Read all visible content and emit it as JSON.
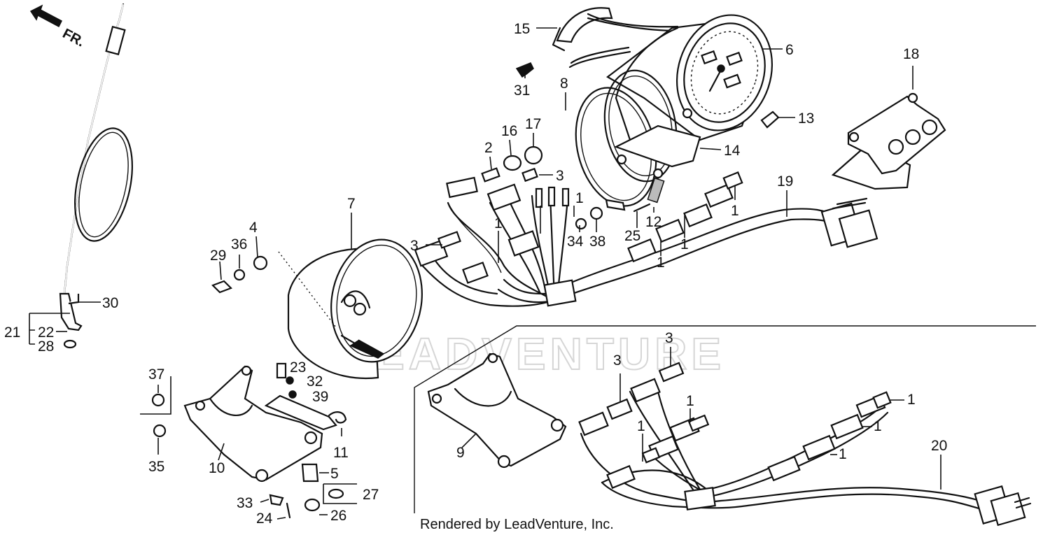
{
  "direction_label": "FR.",
  "watermark": "LEADVENTURE",
  "credit": "Rendered by LeadVenture, Inc.",
  "callouts": [
    {
      "id": "c15",
      "text": "15"
    },
    {
      "id": "c6",
      "text": "6"
    },
    {
      "id": "c31",
      "text": "31"
    },
    {
      "id": "c8",
      "text": "8"
    },
    {
      "id": "c13",
      "text": "13"
    },
    {
      "id": "c14",
      "text": "14"
    },
    {
      "id": "c18",
      "text": "18"
    },
    {
      "id": "c16",
      "text": "16"
    },
    {
      "id": "c17",
      "text": "17"
    },
    {
      "id": "c2",
      "text": "2"
    },
    {
      "id": "c3a",
      "text": "3"
    },
    {
      "id": "c19",
      "text": "19"
    },
    {
      "id": "c1a",
      "text": "1"
    },
    {
      "id": "c1b",
      "text": "1"
    },
    {
      "id": "c1c",
      "text": "1"
    },
    {
      "id": "c1d",
      "text": "1"
    },
    {
      "id": "c1e",
      "text": "1"
    },
    {
      "id": "c25",
      "text": "25"
    },
    {
      "id": "c12",
      "text": "12"
    },
    {
      "id": "c34",
      "text": "34"
    },
    {
      "id": "c38",
      "text": "38"
    },
    {
      "id": "c7",
      "text": "7"
    },
    {
      "id": "c3b",
      "text": "3"
    },
    {
      "id": "c4",
      "text": "4"
    },
    {
      "id": "c36",
      "text": "36"
    },
    {
      "id": "c29",
      "text": "29"
    },
    {
      "id": "c30",
      "text": "30"
    },
    {
      "id": "c21",
      "text": "21"
    },
    {
      "id": "c22",
      "text": "22"
    },
    {
      "id": "c28",
      "text": "28"
    },
    {
      "id": "c37",
      "text": "37"
    },
    {
      "id": "c23",
      "text": "23"
    },
    {
      "id": "c32",
      "text": "32"
    },
    {
      "id": "c39",
      "text": "39"
    },
    {
      "id": "c35",
      "text": "35"
    },
    {
      "id": "c10",
      "text": "10"
    },
    {
      "id": "c11",
      "text": "11"
    },
    {
      "id": "c5",
      "text": "5"
    },
    {
      "id": "c27",
      "text": "27"
    },
    {
      "id": "c33",
      "text": "33"
    },
    {
      "id": "c24",
      "text": "24"
    },
    {
      "id": "c26",
      "text": "26"
    },
    {
      "id": "c9",
      "text": "9"
    },
    {
      "id": "c3c",
      "text": "3"
    },
    {
      "id": "c3d",
      "text": "3"
    },
    {
      "id": "c1f",
      "text": "1"
    },
    {
      "id": "c1g",
      "text": "1"
    },
    {
      "id": "c1h",
      "text": "1"
    },
    {
      "id": "c1i",
      "text": "1"
    },
    {
      "id": "c1j",
      "text": "1"
    },
    {
      "id": "c20",
      "text": "20"
    }
  ]
}
